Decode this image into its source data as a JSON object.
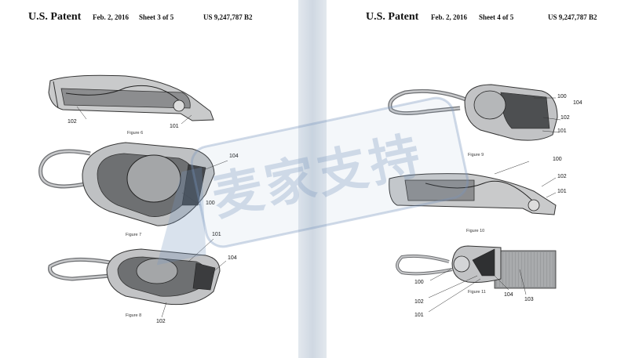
{
  "left_sheet": {
    "office": "U.S. Patent",
    "date": "Feb. 2, 2016",
    "sheet": "Sheet 3 of 5",
    "patent_no": "US 9,247,787 B2",
    "figures": {
      "fig6": {
        "caption": "Figure 6",
        "refs": [
          "102",
          "101"
        ]
      },
      "fig7": {
        "caption": "Figure 7",
        "refs": [
          "104",
          "100"
        ]
      },
      "fig8": {
        "caption": "Figure 8",
        "refs": [
          "101",
          "104",
          "102"
        ]
      }
    }
  },
  "right_sheet": {
    "office": "U.S. Patent",
    "date": "Feb. 2, 2016",
    "sheet": "Sheet 4 of 5",
    "patent_no": "US 9,247,787 B2",
    "figures": {
      "fig9": {
        "caption": "Figure 9",
        "refs": [
          "100",
          "104",
          "102",
          "101"
        ]
      },
      "fig10": {
        "caption": "Figure 10",
        "refs": [
          "100",
          "102",
          "101"
        ]
      },
      "fig11": {
        "caption": "Figure 11",
        "refs": [
          "100",
          "102",
          "101",
          "104",
          "103"
        ]
      }
    }
  },
  "watermark": {
    "text": "麦家支持",
    "color": "#7896be"
  }
}
